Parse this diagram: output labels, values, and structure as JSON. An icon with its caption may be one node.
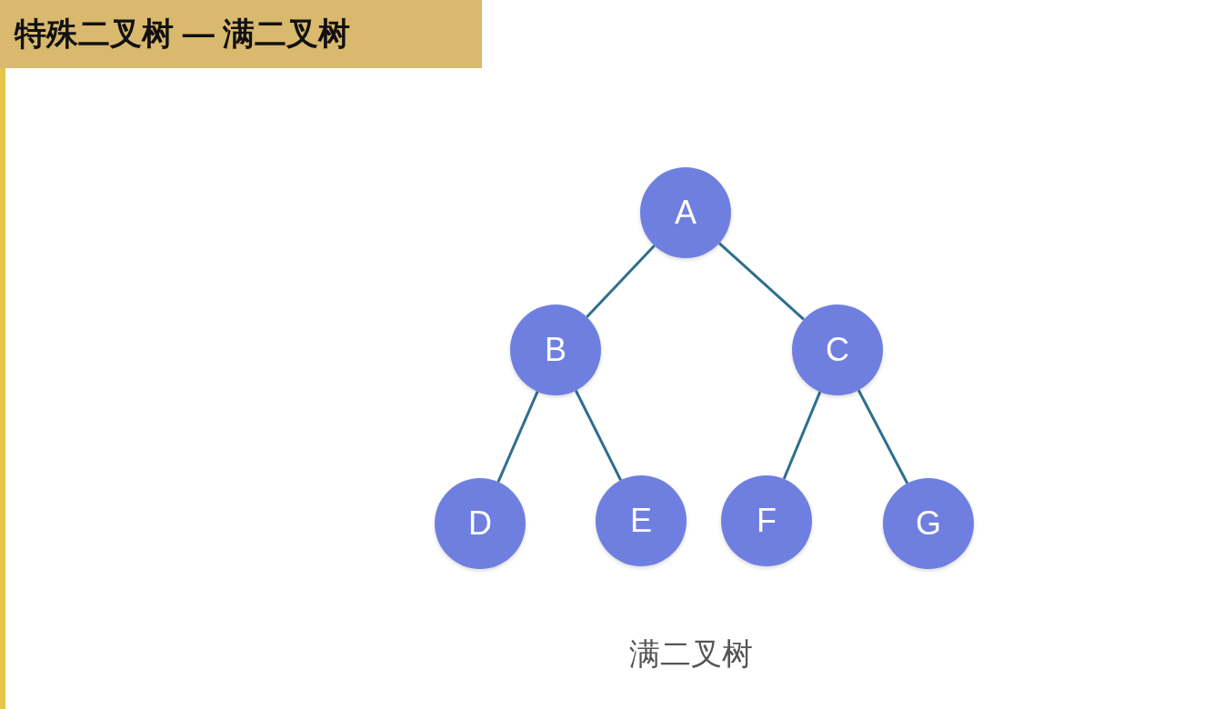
{
  "diagram": {
    "title": "特殊二叉树 — 满二叉树",
    "caption": "满二叉树",
    "nodes": [
      {
        "text": [
          "A"
        ]
      },
      {
        "text": [
          "B"
        ]
      },
      {
        "text": [
          "C"
        ]
      },
      {
        "text": [
          "D"
        ]
      },
      {
        "text": [
          "E"
        ]
      },
      {
        "text": [
          "F"
        ]
      },
      {
        "text": [
          "G"
        ]
      }
    ],
    "edges": [
      {
        "from": 0,
        "to": 1,
        "arrow": "none"
      },
      {
        "from": 0,
        "to": 2,
        "arrow": "none"
      },
      {
        "from": 1,
        "to": 3,
        "arrow": "none"
      },
      {
        "from": 1,
        "to": 4,
        "arrow": "none"
      },
      {
        "from": 2,
        "to": 5,
        "arrow": "none"
      },
      {
        "from": 2,
        "to": 6,
        "arrow": "none"
      }
    ]
  }
}
